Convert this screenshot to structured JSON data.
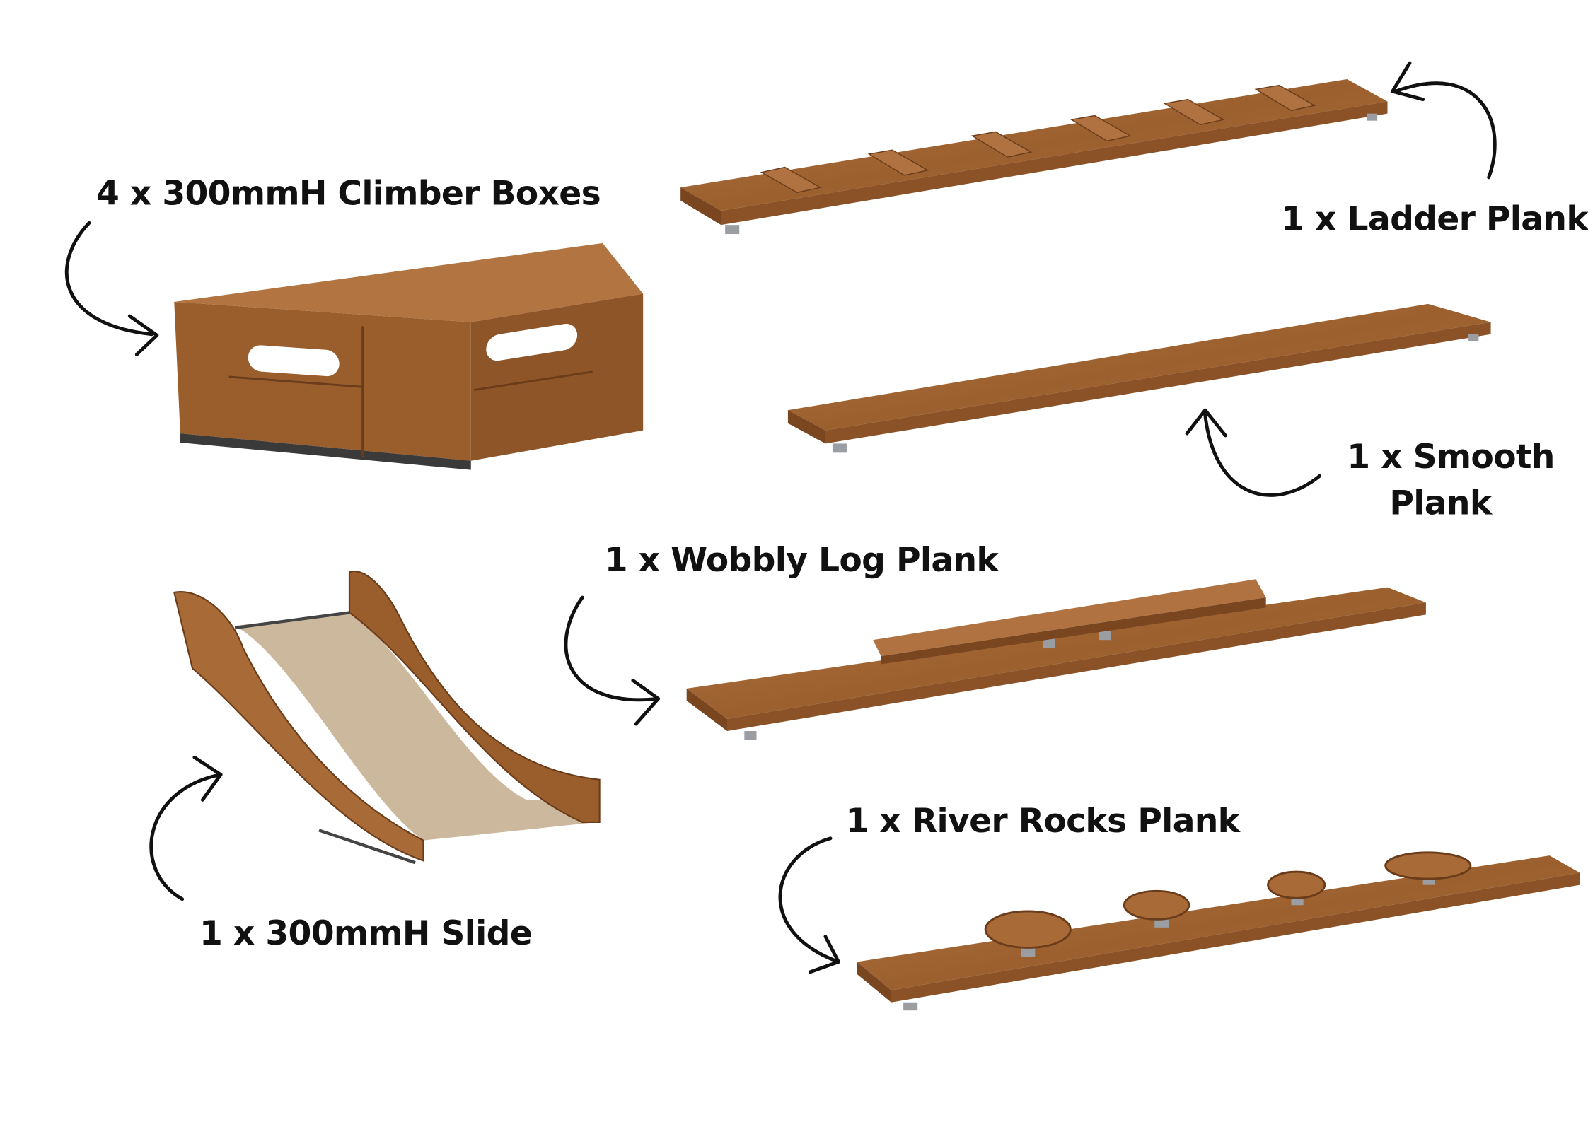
{
  "labels": {
    "climber_boxes": "4 x 300mmH Climber Boxes",
    "ladder_plank": "1 x Ladder Plank",
    "smooth_plank_line1": "1 x Smooth",
    "smooth_plank_line2": "Plank",
    "wobbly_log_plank": "1 x Wobbly Log Plank",
    "river_rocks_plank": "1 x River Rocks Plank",
    "slide": "1 x 300mmH Slide"
  },
  "colors": {
    "wood_top": "#a86a36",
    "wood_edge": "#7a4620",
    "wood_dark": "#6b3c1a",
    "slide_bed": "#cbb89d",
    "feet": "#9a9ea3",
    "ink": "#111111"
  }
}
